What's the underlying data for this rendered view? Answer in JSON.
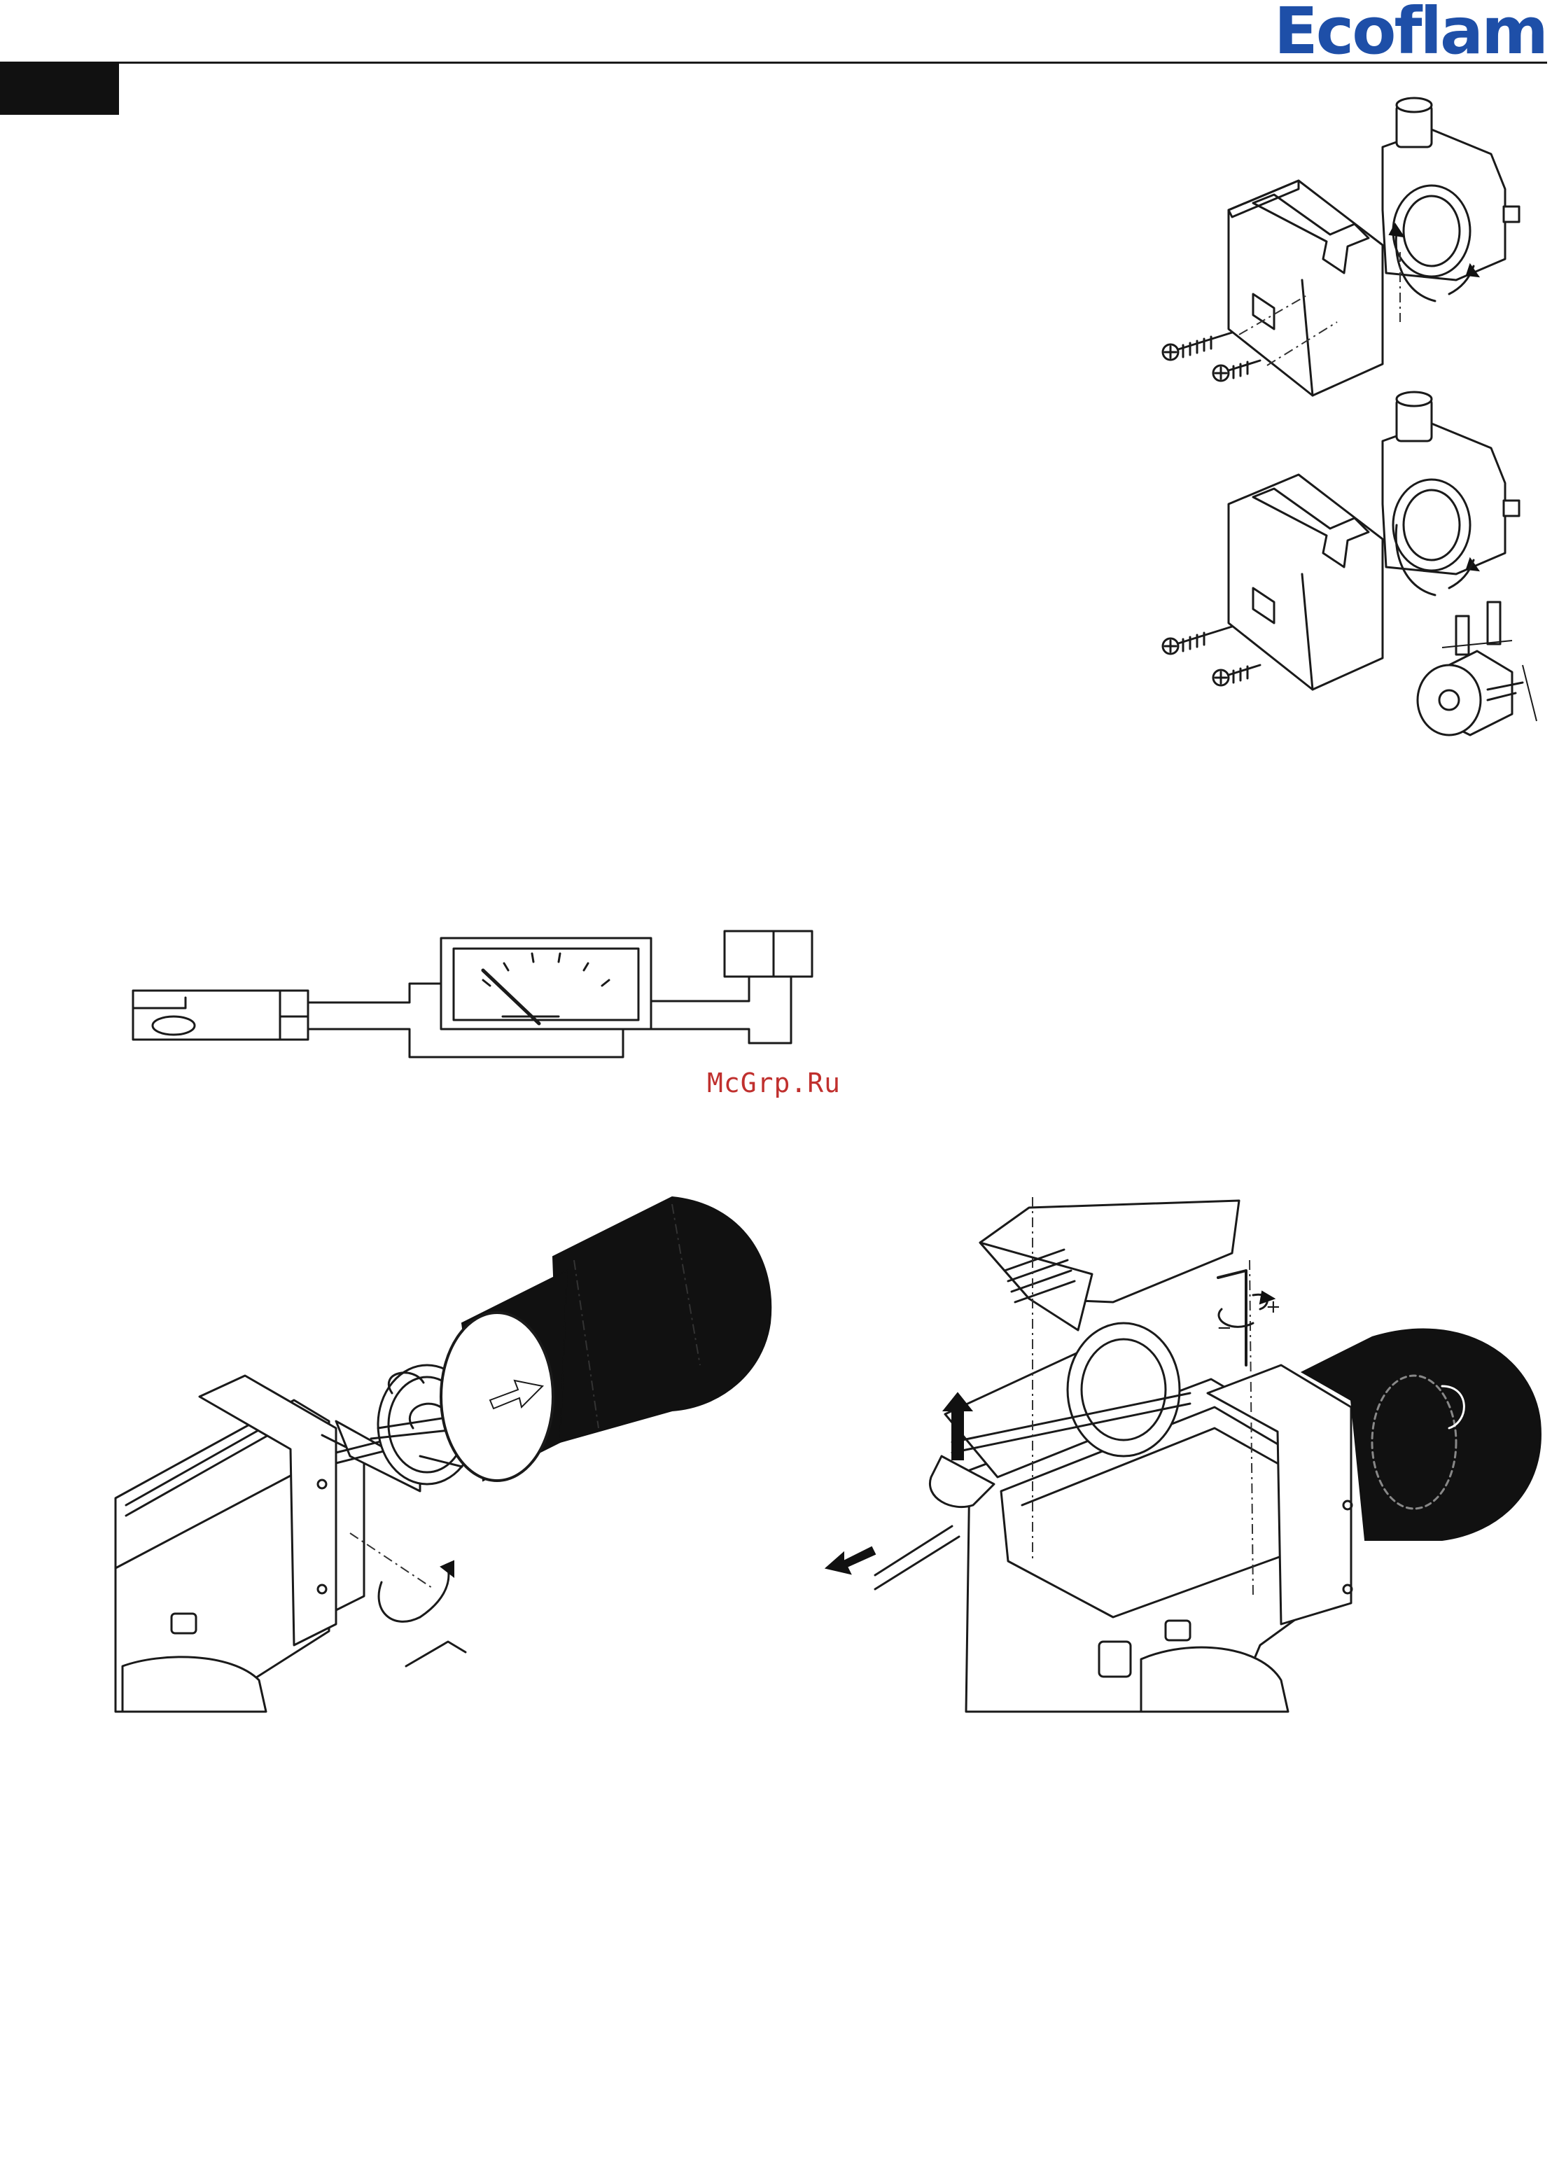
{
  "header": {
    "brand": "Ecoflam",
    "brand_color": "#1e4fa8",
    "tab_color": "#111111"
  },
  "watermark": {
    "text": "McGrp.Ru",
    "color": "#c0302e"
  },
  "figures": [
    {
      "id": "cover-removal-top",
      "icon": "motor-cover-exploded"
    },
    {
      "id": "cover-removal-bottom",
      "icon": "motor-cover-exploded-with-block"
    },
    {
      "id": "photocell-current-test",
      "icon": "photocell-meter-diagram"
    },
    {
      "id": "blast-tube-fitting",
      "icon": "burner-head-assembly"
    },
    {
      "id": "head-removal",
      "icon": "burner-head-removal"
    }
  ],
  "labels": {
    "plus": "+",
    "minus": "−"
  }
}
